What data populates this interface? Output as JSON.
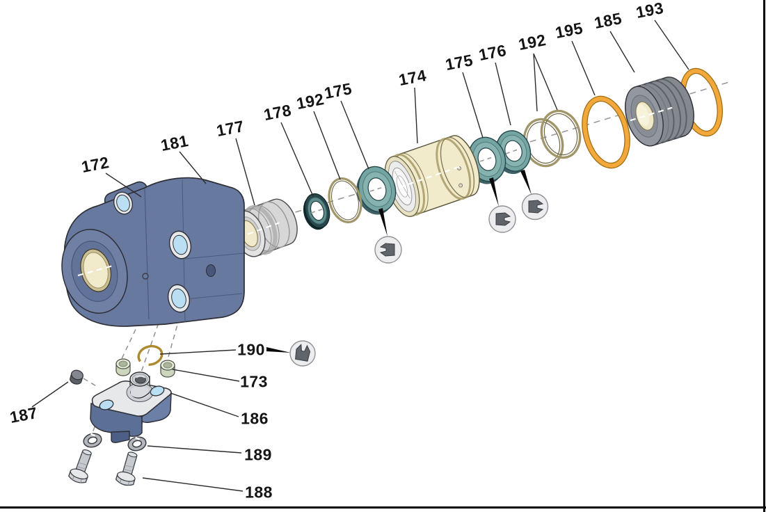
{
  "diagram": {
    "kind": "exploded-parts-diagram",
    "labels": [
      {
        "text": "172"
      },
      {
        "text": "181"
      },
      {
        "text": "177"
      },
      {
        "text": "178"
      },
      {
        "text": "192"
      },
      {
        "text": "175"
      },
      {
        "text": "174"
      },
      {
        "text": "175"
      },
      {
        "text": "176"
      },
      {
        "text": "192"
      },
      {
        "text": "195"
      },
      {
        "text": "185"
      },
      {
        "text": "193"
      },
      {
        "text": "190"
      },
      {
        "text": "173"
      },
      {
        "text": "186"
      },
      {
        "text": "187"
      },
      {
        "text": "189"
      },
      {
        "text": "188"
      }
    ]
  },
  "palette": {
    "housing_blue": "#68799f",
    "hole_blue": "#badef2",
    "cream": "#f1eacb",
    "metal_light": "#d7d7d7",
    "piston_gray": "#84888f",
    "seal_teal": "#74a5a3",
    "seal_dark": "#27474a",
    "brass": "#a1966a",
    "retaining_brass": "#ad8a2e",
    "oring_orange": "#f3a83c",
    "frame_black": "#000000",
    "label_color": "#141414"
  }
}
